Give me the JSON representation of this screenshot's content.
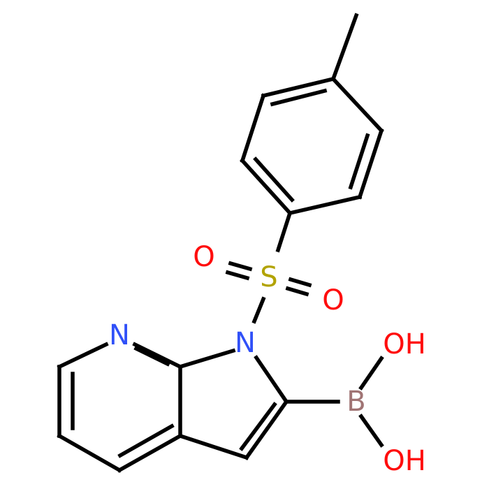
{
  "molecule": {
    "atoms": {
      "O1": {
        "label": "O",
        "color": "#ff0d0d"
      },
      "S": {
        "label": "S",
        "color": "#b2a300"
      },
      "O2": {
        "label": "O",
        "color": "#ff0d0d"
      },
      "N_py": {
        "label": "N",
        "color": "#3050f8"
      },
      "N_pyrrole": {
        "label": "N",
        "color": "#3050f8"
      },
      "OH1": {
        "label": "OH",
        "color": "#ff0d0d"
      },
      "B": {
        "label": "B",
        "color": "#a07474"
      },
      "OH2": {
        "label": "OH",
        "color": "#ff0d0d"
      }
    },
    "bond_color": "#000000"
  }
}
